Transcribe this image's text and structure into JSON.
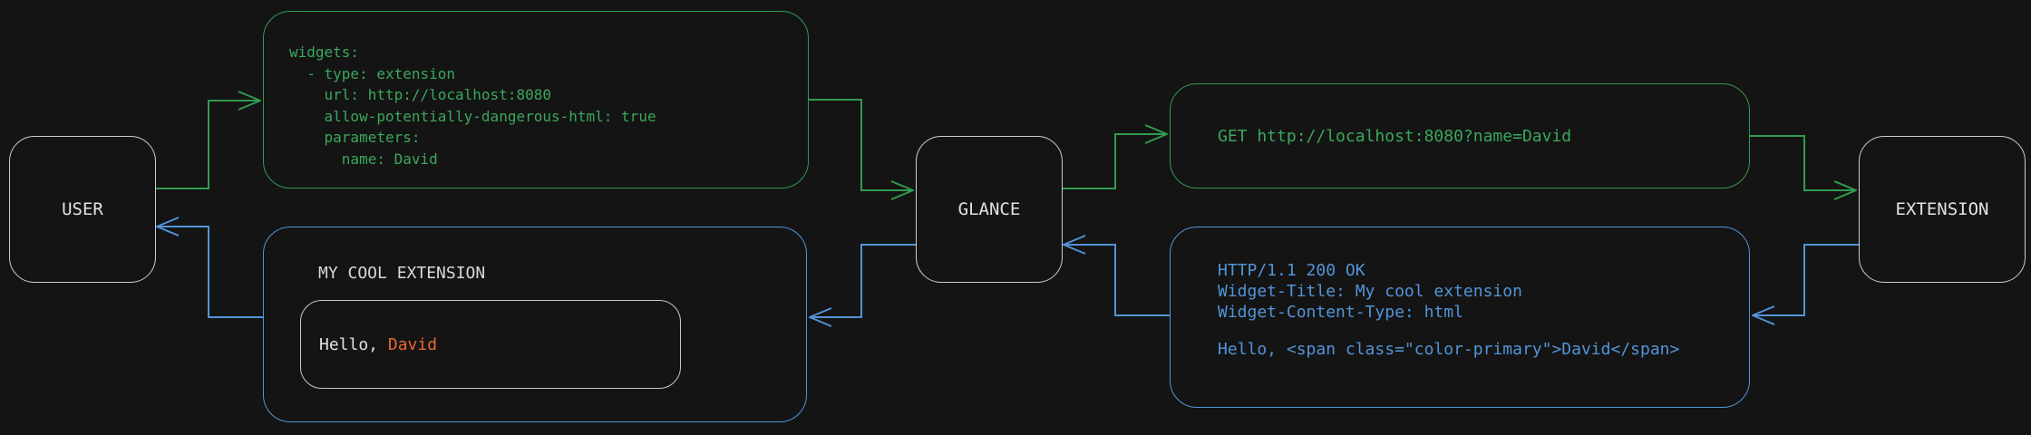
{
  "colors": {
    "background": "#141414",
    "green": "#319a50",
    "blue": "#5294d8",
    "orange": "#e8692f",
    "node_border": "#cdcdcd",
    "node_text": "#e2e2e2"
  },
  "nodes": {
    "user": {
      "label": "USER"
    },
    "glance": {
      "label": "GLANCE"
    },
    "extension": {
      "label": "EXTENSION"
    }
  },
  "yaml_config": {
    "lines": [
      "widgets:",
      "  - type: extension",
      "    url: http://localhost:8080",
      "    allow-potentially-dangerous-html: true",
      "    parameters:",
      "      name: David"
    ]
  },
  "get_request": {
    "text": "GET http://localhost:8080?name=David"
  },
  "http_response": {
    "lines": [
      "HTTP/1.1 200 OK",
      "Widget-Title: My cool extension",
      "Widget-Content-Type: html",
      "",
      "Hello, <span class=\"color-primary\">David</span>"
    ]
  },
  "widget_preview": {
    "title": "MY COOL EXTENSION",
    "greeting_prefix": "Hello, ",
    "greeting_name": "David"
  }
}
